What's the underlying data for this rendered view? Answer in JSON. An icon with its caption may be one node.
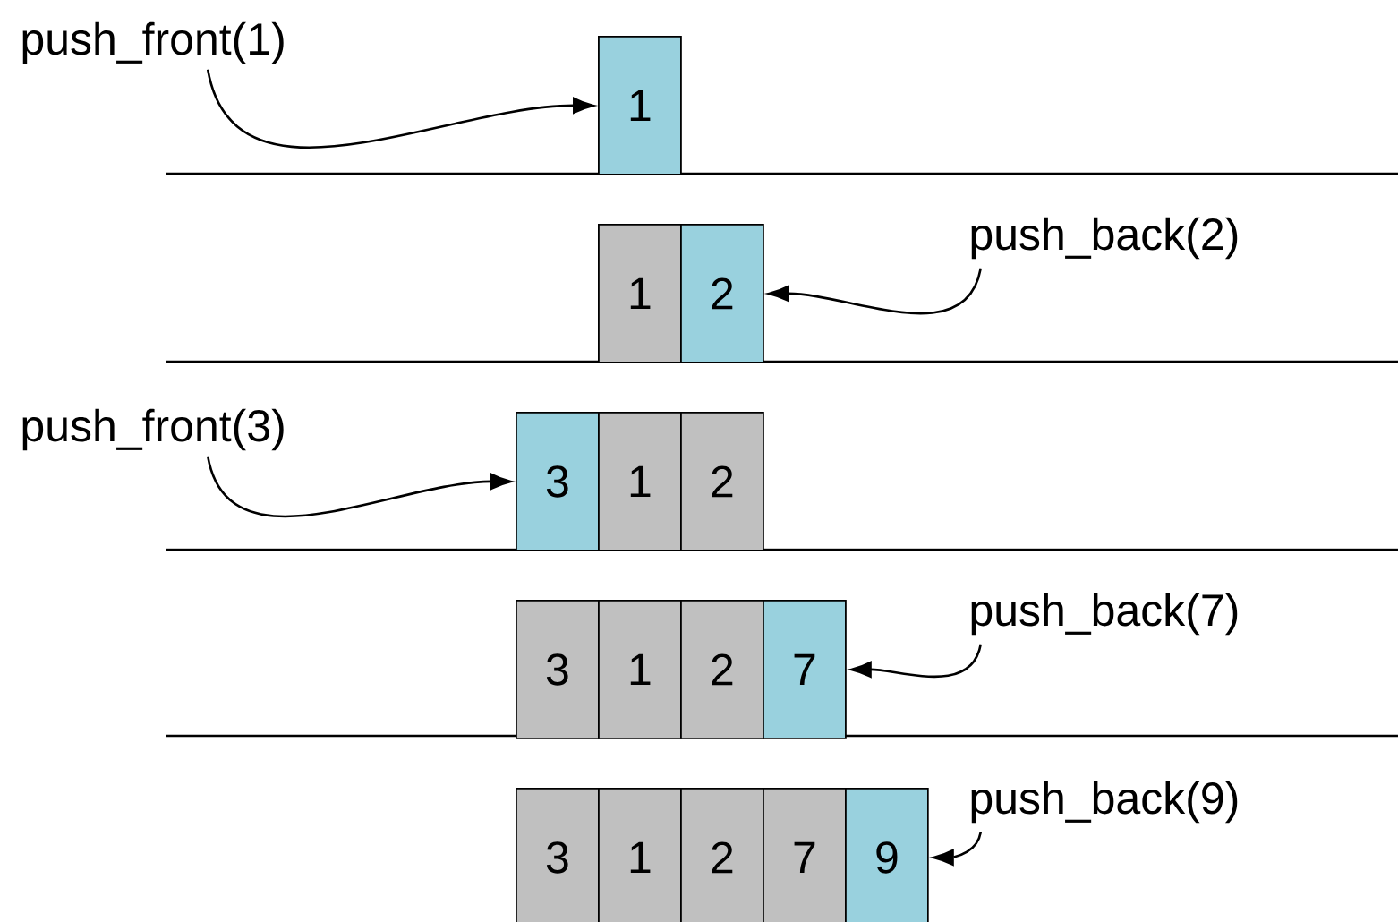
{
  "diagram": {
    "nodes": [
      {
        "text": [
          "push_front(1)"
        ]
      },
      {
        "text": [
          "1"
        ]
      },
      {
        "text": [
          "1"
        ]
      },
      {
        "text": [
          "2"
        ]
      },
      {
        "text": [
          "push_back(2)"
        ]
      },
      {
        "text": [
          "push_front(3)"
        ]
      },
      {
        "text": [
          "3"
        ]
      },
      {
        "text": [
          "1"
        ]
      },
      {
        "text": [
          "2"
        ]
      },
      {
        "text": [
          "3"
        ]
      },
      {
        "text": [
          "1"
        ]
      },
      {
        "text": [
          "2"
        ]
      },
      {
        "text": [
          "7"
        ]
      },
      {
        "text": [
          "push_back(7)"
        ]
      },
      {
        "text": [
          "3"
        ]
      },
      {
        "text": [
          "1"
        ]
      },
      {
        "text": [
          "2"
        ]
      },
      {
        "text": [
          "7"
        ]
      },
      {
        "text": [
          "9"
        ]
      },
      {
        "text": [
          "push_back(9)"
        ]
      }
    ],
    "edges": [
      {
        "from": 0,
        "to": 1,
        "arrow": "to"
      },
      {
        "from": 4,
        "to": 3,
        "arrow": "to"
      },
      {
        "from": 5,
        "to": 6,
        "arrow": "to"
      },
      {
        "from": 13,
        "to": 12,
        "arrow": "to"
      },
      {
        "from": 19,
        "to": 18,
        "arrow": "to"
      }
    ]
  }
}
